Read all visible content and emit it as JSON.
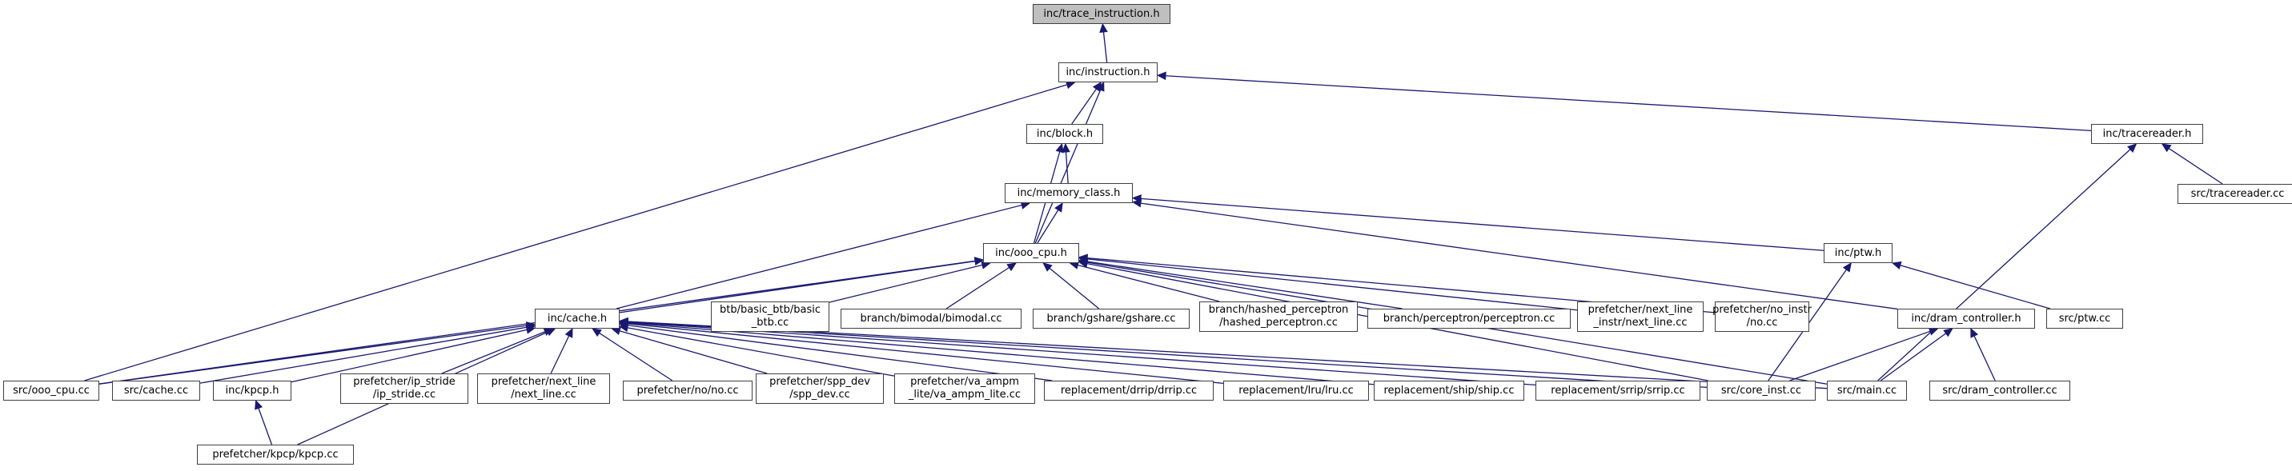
{
  "colors": {
    "edge": "#191970",
    "border": "#404040",
    "root_fill": "#bfbfbf",
    "node_fill": "#ffffff"
  },
  "nodes": [
    {
      "id": "trace_instruction",
      "lines": [
        "inc/trace_instruction.h"
      ],
      "root": true
    },
    {
      "id": "instruction",
      "lines": [
        "inc/instruction.h"
      ]
    },
    {
      "id": "block",
      "lines": [
        "inc/block.h"
      ]
    },
    {
      "id": "tracereader_h",
      "lines": [
        "inc/tracereader.h"
      ]
    },
    {
      "id": "tracereader_cc",
      "lines": [
        "src/tracereader.cc"
      ]
    },
    {
      "id": "memory_class",
      "lines": [
        "inc/memory_class.h"
      ]
    },
    {
      "id": "ooo_cpu_h",
      "lines": [
        "inc/ooo_cpu.h"
      ]
    },
    {
      "id": "ptw_h",
      "lines": [
        "inc/ptw.h"
      ]
    },
    {
      "id": "cache_h",
      "lines": [
        "inc/cache.h"
      ]
    },
    {
      "id": "basic_btb",
      "lines": [
        "btb/basic_btb/basic",
        "_btb.cc"
      ]
    },
    {
      "id": "bimodal",
      "lines": [
        "branch/bimodal/bimodal.cc"
      ]
    },
    {
      "id": "gshare",
      "lines": [
        "branch/gshare/gshare.cc"
      ]
    },
    {
      "id": "hashed_perceptron",
      "lines": [
        "branch/hashed_perceptron",
        "/hashed_perceptron.cc"
      ]
    },
    {
      "id": "perceptron",
      "lines": [
        "branch/perceptron/perceptron.cc"
      ]
    },
    {
      "id": "next_line_instr",
      "lines": [
        "prefetcher/next_line",
        "_instr/next_line.cc"
      ]
    },
    {
      "id": "no_instr",
      "lines": [
        "prefetcher/no_instr",
        "/no.cc"
      ]
    },
    {
      "id": "dram_controller_h",
      "lines": [
        "inc/dram_controller.h"
      ]
    },
    {
      "id": "ptw_cc",
      "lines": [
        "src/ptw.cc"
      ]
    },
    {
      "id": "ooo_cpu_cc",
      "lines": [
        "src/ooo_cpu.cc"
      ]
    },
    {
      "id": "cache_cc",
      "lines": [
        "src/cache.cc"
      ]
    },
    {
      "id": "kpcp_h",
      "lines": [
        "inc/kpcp.h"
      ]
    },
    {
      "id": "ip_stride",
      "lines": [
        "prefetcher/ip_stride",
        "/ip_stride.cc"
      ]
    },
    {
      "id": "next_line",
      "lines": [
        "prefetcher/next_line",
        "/next_line.cc"
      ]
    },
    {
      "id": "no_no",
      "lines": [
        "prefetcher/no/no.cc"
      ]
    },
    {
      "id": "spp_dev",
      "lines": [
        "prefetcher/spp_dev",
        "/spp_dev.cc"
      ]
    },
    {
      "id": "va_ampm_lite",
      "lines": [
        "prefetcher/va_ampm",
        "_lite/va_ampm_lite.cc"
      ]
    },
    {
      "id": "drrip",
      "lines": [
        "replacement/drrip/drrip.cc"
      ]
    },
    {
      "id": "lru",
      "lines": [
        "replacement/lru/lru.cc"
      ]
    },
    {
      "id": "ship",
      "lines": [
        "replacement/ship/ship.cc"
      ]
    },
    {
      "id": "srrip",
      "lines": [
        "replacement/srrip/srrip.cc"
      ]
    },
    {
      "id": "core_inst",
      "lines": [
        "src/core_inst.cc"
      ]
    },
    {
      "id": "main_cc",
      "lines": [
        "src/main.cc"
      ]
    },
    {
      "id": "dram_controller_cc",
      "lines": [
        "src/dram_controller.cc"
      ]
    },
    {
      "id": "kpcp_cc",
      "lines": [
        "prefetcher/kpcp/kpcp.cc"
      ]
    }
  ],
  "edges": [
    [
      "trace_instruction",
      "instruction"
    ],
    [
      "instruction",
      "block"
    ],
    [
      "instruction",
      "tracereader_h"
    ],
    [
      "instruction",
      "ooo_cpu_h"
    ],
    [
      "instruction",
      "ooo_cpu_cc"
    ],
    [
      "block",
      "memory_class"
    ],
    [
      "block",
      "ooo_cpu_h"
    ],
    [
      "tracereader_h",
      "tracereader_cc"
    ],
    [
      "tracereader_h",
      "main_cc"
    ],
    [
      "memory_class",
      "ooo_cpu_h"
    ],
    [
      "memory_class",
      "ptw_h"
    ],
    [
      "memory_class",
      "cache_h"
    ],
    [
      "memory_class",
      "dram_controller_h"
    ],
    [
      "ooo_cpu_h",
      "cache_h"
    ],
    [
      "ooo_cpu_h",
      "basic_btb"
    ],
    [
      "ooo_cpu_h",
      "bimodal"
    ],
    [
      "ooo_cpu_h",
      "gshare"
    ],
    [
      "ooo_cpu_h",
      "hashed_perceptron"
    ],
    [
      "ooo_cpu_h",
      "perceptron"
    ],
    [
      "ooo_cpu_h",
      "next_line_instr"
    ],
    [
      "ooo_cpu_h",
      "no_instr"
    ],
    [
      "ooo_cpu_h",
      "ooo_cpu_cc"
    ],
    [
      "ooo_cpu_h",
      "core_inst"
    ],
    [
      "ooo_cpu_h",
      "main_cc"
    ],
    [
      "ptw_h",
      "ptw_cc"
    ],
    [
      "ptw_h",
      "core_inst"
    ],
    [
      "cache_h",
      "ooo_cpu_cc"
    ],
    [
      "cache_h",
      "cache_cc"
    ],
    [
      "cache_h",
      "kpcp_h"
    ],
    [
      "cache_h",
      "ip_stride"
    ],
    [
      "cache_h",
      "next_line"
    ],
    [
      "cache_h",
      "no_no"
    ],
    [
      "cache_h",
      "spp_dev"
    ],
    [
      "cache_h",
      "va_ampm_lite"
    ],
    [
      "cache_h",
      "drrip"
    ],
    [
      "cache_h",
      "lru"
    ],
    [
      "cache_h",
      "ship"
    ],
    [
      "cache_h",
      "srrip"
    ],
    [
      "cache_h",
      "core_inst"
    ],
    [
      "cache_h",
      "main_cc"
    ],
    [
      "cache_h",
      "kpcp_cc"
    ],
    [
      "kpcp_h",
      "kpcp_cc"
    ],
    [
      "dram_controller_h",
      "core_inst"
    ],
    [
      "dram_controller_h",
      "main_cc"
    ],
    [
      "dram_controller_h",
      "dram_controller_cc"
    ]
  ]
}
